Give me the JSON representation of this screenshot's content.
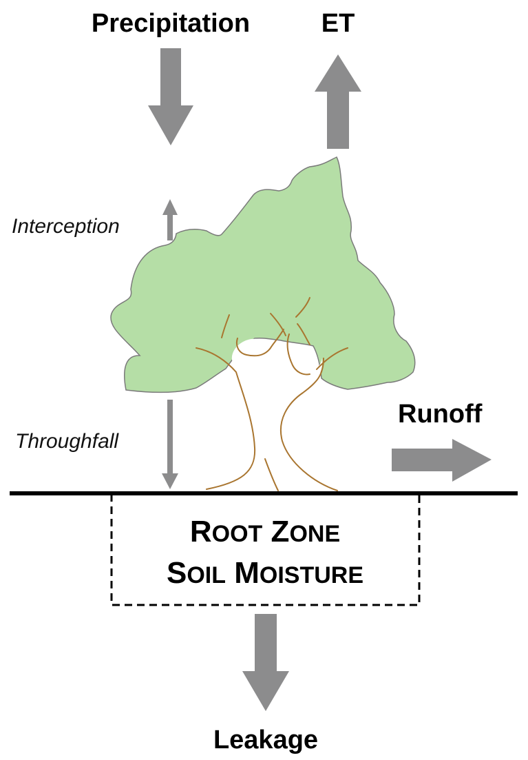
{
  "labels": {
    "precipitation": "Precipitation",
    "et": "ET",
    "interception": "Interception",
    "throughfall": "Throughfall",
    "runoff": "Runoff",
    "leakage": "Leakage",
    "root_zone_line1": {
      "first": "R",
      "rest": "OOT",
      "first2": "Z",
      "rest2": "ONE"
    },
    "root_zone_line2": {
      "first": "S",
      "rest": "OIL",
      "first2": "M",
      "rest2": "OISTURE"
    }
  },
  "colors": {
    "arrow": "#8c8c8d",
    "canopy_fill": "#b5dea6",
    "canopy_stroke": "#7a7a7a",
    "branch": "#a9752f",
    "ground": "#000000",
    "box_border": "#000000"
  }
}
